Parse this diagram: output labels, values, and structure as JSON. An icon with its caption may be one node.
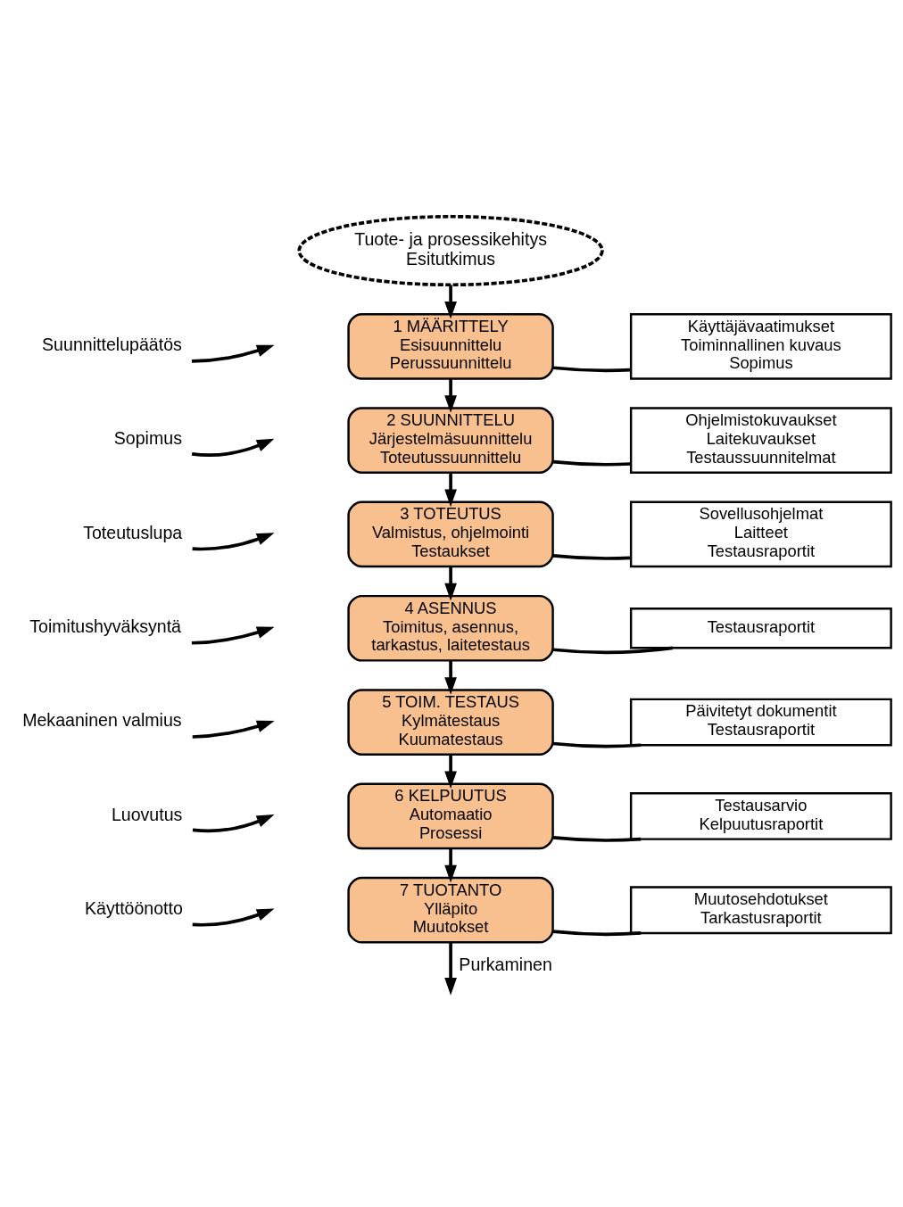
{
  "diagram": {
    "nodes": [
      {
        "text": [
          "Tuote- ja prosessikehitys",
          "Esitutkimus"
        ]
      },
      {
        "text": [
          "Suunnittelupäätös"
        ]
      },
      {
        "text": [
          "1 MÄÄRITTELY",
          "Esisuunnittelu",
          "Perussuunnittelu"
        ]
      },
      {
        "text": [
          "Käyttäjävaatimukset",
          "Toiminnallinen kuvaus",
          "Sopimus"
        ]
      },
      {
        "text": [
          "Sopimus"
        ]
      },
      {
        "text": [
          "2 SUUNNITTELU",
          "Järjestelmäsuunnittelu",
          "Toteutussuunnittelu"
        ]
      },
      {
        "text": [
          "Ohjelmistokuvaukset",
          "Laitekuvaukset",
          "Testaussuunnitelmat"
        ]
      },
      {
        "text": [
          "Toteutuslupa"
        ]
      },
      {
        "text": [
          "3 TOTEUTUS",
          "Valmistus, ohjelmointi",
          "Testaukset"
        ]
      },
      {
        "text": [
          "Sovellusohjelmat",
          "Laitteet",
          "Testausraportit"
        ]
      },
      {
        "text": [
          "Toimitushyväksyntä"
        ]
      },
      {
        "text": [
          "4 ASENNUS",
          "Toimitus, asennus, tarkastus, laitetestaus"
        ]
      },
      {
        "text": [
          "Testausraportit"
        ]
      },
      {
        "text": [
          "Mekaaninen valmius"
        ]
      },
      {
        "text": [
          "5 TOIM. TESTAUS",
          "Kylmätestaus",
          "Kuumatestaus"
        ]
      },
      {
        "text": [
          "Päivitetyt dokumentit",
          "Testausraportit"
        ]
      },
      {
        "text": [
          "Luovutus"
        ]
      },
      {
        "text": [
          "6 KELPUUTUS",
          "Automaatio",
          "Prosessi"
        ]
      },
      {
        "text": [
          "Testausarvio",
          "Kelpuutusraportit"
        ]
      },
      {
        "text": [
          "Käyttöönotto"
        ]
      },
      {
        "text": [
          "7 TUOTANTO",
          "Ylläpito",
          "Muutokset"
        ]
      },
      {
        "text": [
          "Muutosehdotukset",
          "Tarkastusraportit"
        ]
      }
    ],
    "edges": [
      {
        "from": 0,
        "to": 2,
        "arrow": "to"
      },
      {
        "from": 1,
        "to": null,
        "arrow": "to"
      },
      {
        "from": 2,
        "to": 3,
        "arrow": "none"
      },
      {
        "from": 2,
        "to": 5,
        "arrow": "to"
      },
      {
        "from": 4,
        "to": null,
        "arrow": "to"
      },
      {
        "from": 5,
        "to": 6,
        "arrow": "none"
      },
      {
        "from": 5,
        "to": 8,
        "arrow": "to"
      },
      {
        "from": 7,
        "to": null,
        "arrow": "to"
      },
      {
        "from": 8,
        "to": 9,
        "arrow": "none"
      },
      {
        "from": 8,
        "to": 11,
        "arrow": "to"
      },
      {
        "from": 10,
        "to": null,
        "arrow": "to"
      },
      {
        "from": 11,
        "to": 12,
        "arrow": "none"
      },
      {
        "from": 11,
        "to": 14,
        "arrow": "to"
      },
      {
        "from": 13,
        "to": null,
        "arrow": "to"
      },
      {
        "from": 14,
        "to": 15,
        "arrow": "none"
      },
      {
        "from": 14,
        "to": 17,
        "arrow": "to"
      },
      {
        "from": 16,
        "to": null,
        "arrow": "to"
      },
      {
        "from": 17,
        "to": 18,
        "arrow": "none"
      },
      {
        "from": 17,
        "to": 20,
        "arrow": "to"
      },
      {
        "from": 19,
        "to": null,
        "arrow": "to"
      },
      {
        "from": 20,
        "to": 21,
        "arrow": "none"
      },
      {
        "from": 20,
        "to": null,
        "arrow": "to",
        "label": "Purkaminen"
      }
    ]
  }
}
